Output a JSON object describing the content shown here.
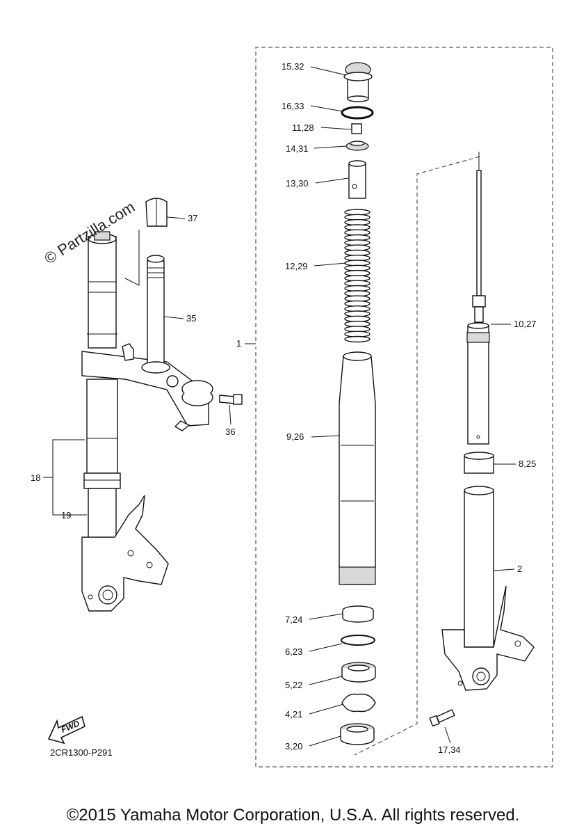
{
  "diagram": {
    "labels": {
      "l_15_32": "15,32",
      "l_16_33": "16,33",
      "l_11_28": "11,28",
      "l_14_31": "14,31",
      "l_13_30": "13,30",
      "l_12_29": "12,29",
      "l_1": "1",
      "l_9_26": "9,26",
      "l_7_24": "7,24",
      "l_6_23": "6,23",
      "l_5_22": "5,22",
      "l_4_21": "4,21",
      "l_3_20": "3,20",
      "l_10_27": "10,27",
      "l_8_25": "8,25",
      "l_2": "2",
      "l_17_34": "17,34",
      "l_37": "37",
      "l_35": "35",
      "l_36": "36",
      "l_18": "18",
      "l_19": "19"
    },
    "fwd_label": "FWD",
    "diagram_code": "2CR1300-P291",
    "watermark": "© Partzilla.com"
  },
  "footer": {
    "copyright": "©2015 Yamaha Motor Corporation, U.S.A. All rights reserved."
  }
}
